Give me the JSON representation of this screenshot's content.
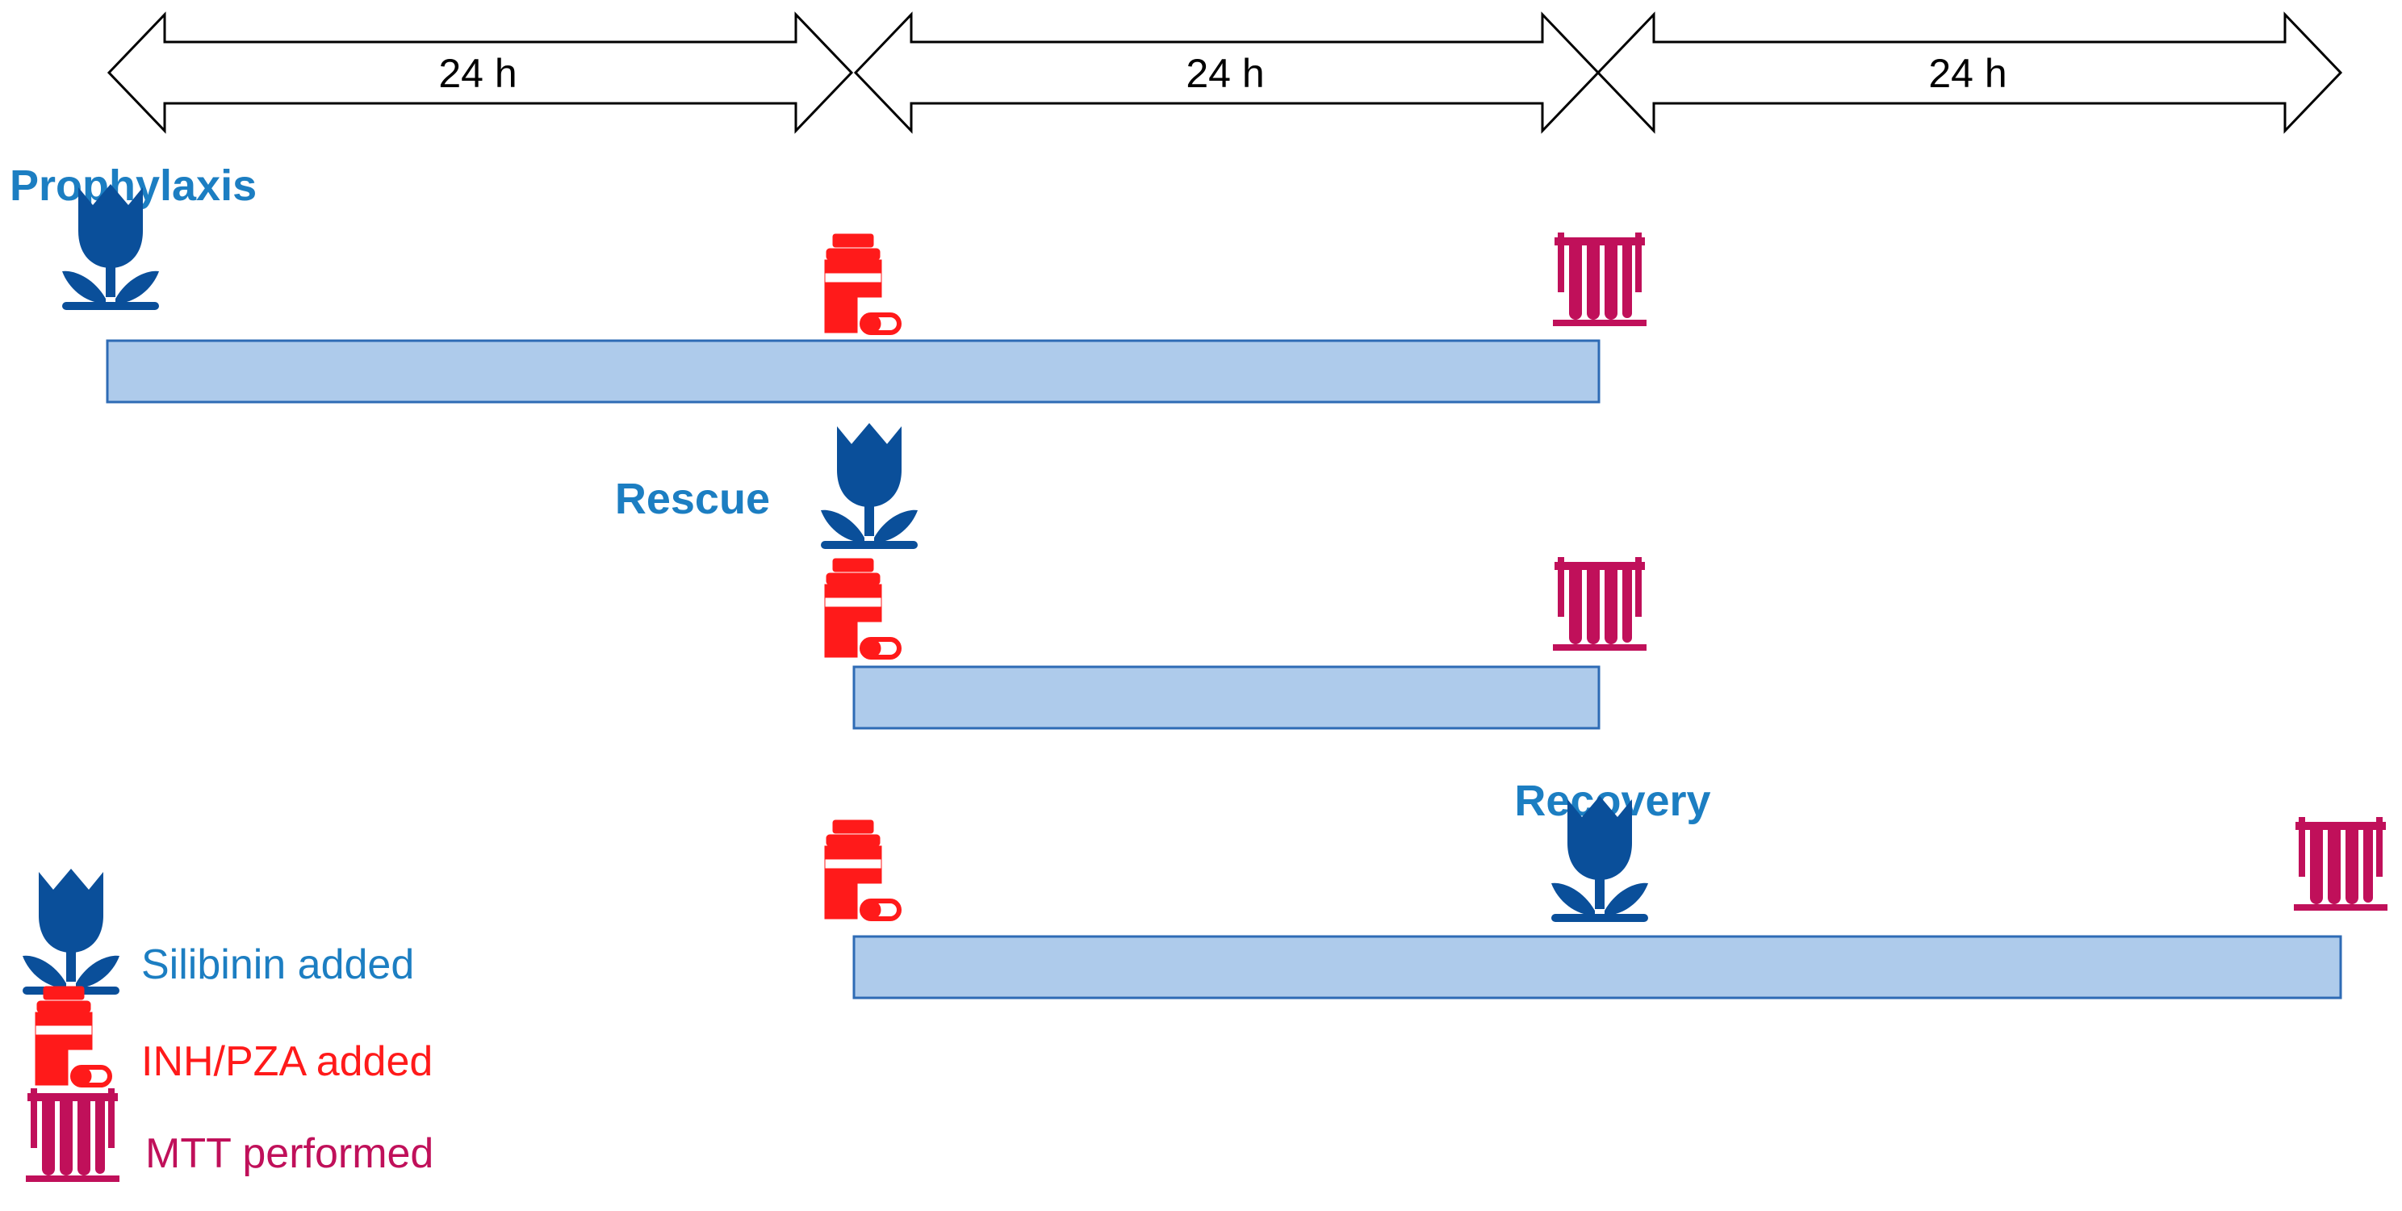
{
  "timeline": {
    "segments": [
      {
        "label": "24 h"
      },
      {
        "label": "24 h"
      },
      {
        "label": "24 h"
      }
    ]
  },
  "groups": {
    "prophylaxis": {
      "label": "Prophylaxis"
    },
    "rescue": {
      "label": "Rescue"
    },
    "recovery": {
      "label": "Recovery"
    }
  },
  "legend": {
    "silibinin": "Silibinin added",
    "drug": "INH/PZA added",
    "mtt": "MTT performed"
  },
  "colors": {
    "group_text": "#1c7ec2",
    "silibinin_icon": "#0a4f9a",
    "silibinin_text": "#1c7ec2",
    "drug": "#ff1a1a",
    "mtt": "#c0105a",
    "bar_fill": "#aecbeb",
    "bar_stroke": "#2e6bb5"
  },
  "icons": {
    "silibinin": "tulip-icon",
    "drug": "pill-bottle-icon",
    "mtt": "test-tube-rack-icon"
  }
}
